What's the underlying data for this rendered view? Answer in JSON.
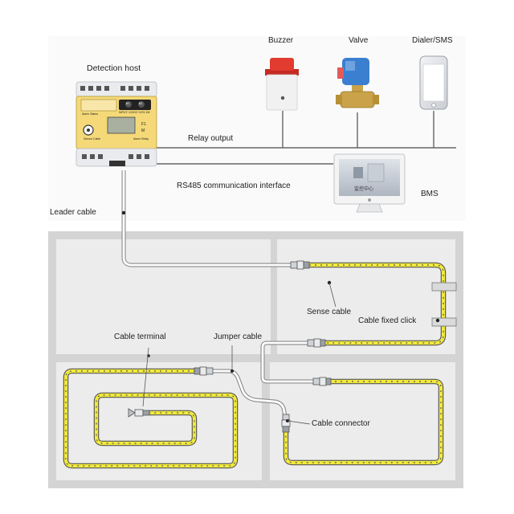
{
  "devices": {
    "detection_host": "Detection host",
    "buzzer": "Buzzer",
    "valve": "Valve",
    "dialer": "Dialer/SMS",
    "bms": "BMS",
    "bms_screen_text": "监控中心"
  },
  "links": {
    "relay_output": "Relay output",
    "rs485": "RS485 communication interface",
    "leader_cable": "Leader cable"
  },
  "cable_parts": {
    "sense_cable": "Sense cable",
    "cable_fixed_click": "Cable fixed click",
    "cable_terminal": "Cable terminal",
    "jumper_cable": "Jumper cable",
    "cable_connector": "Cable connector"
  },
  "host_panel": {
    "input_rating": "INPUT: 12VDC+10% 1W",
    "alarm_status": "Alarm Status",
    "sensor_cable": "Sensor Cable",
    "alarm_relay": "Alarm Relay",
    "btn_b1": "B1",
    "btn_b2": "B2",
    "mark_f1": "F1",
    "mark_m": "M"
  },
  "colors": {
    "sense_cable": "#f2ea3c",
    "cable_stripe": "#555555",
    "floor": "#d4d4d4",
    "room": "#ececec",
    "host_panel": "#f5d978",
    "beacon_red": "#e23b2f",
    "valve_blue": "#3b7fd0",
    "valve_brass": "#c9a24a"
  }
}
